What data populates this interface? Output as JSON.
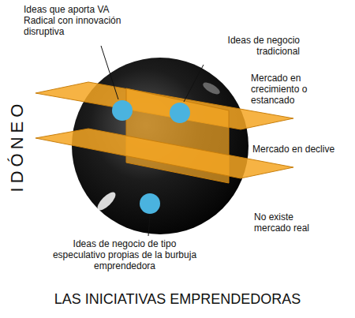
{
  "diagram": {
    "title": "LAS INICIATIVAS EMPRENDEDORAS",
    "labels": [
      "Ideas que aporta VA Radical con innovación disruptiva",
      "Ideas de negocio tradicional",
      "Mercado en crecimiento o estancado",
      "Mercado en declive",
      "No existe mercado real",
      "Ideas de negocio de tipo especulativo propias de la burbuja emprendedora",
      "IDÓNEO"
    ]
  }
}
